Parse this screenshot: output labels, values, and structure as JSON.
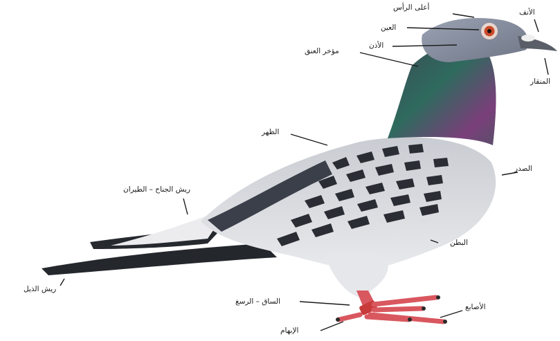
{
  "labels": {
    "head_top": "أعلى الرأس",
    "nose": "الأنف",
    "eye": "العين",
    "ear": "الأذن",
    "nape": "مؤخر العنق",
    "beak": "المنقار",
    "back": "الظهر",
    "breast": "الصدر",
    "flight_feathers": "ريش الجناح – الطيران",
    "belly": "البطن",
    "tail_feathers": "ريش الذيل",
    "shank": "الساق – الرسغ",
    "toes": "الأصابع",
    "hallux": "الإبهام"
  },
  "colors": {
    "head": "#8a93a6",
    "neck": "#2f6a5e",
    "neck_purple": "#7a3f7a",
    "body": "#d7d9dd",
    "bar": "#2a2d33",
    "tail": "#24272c",
    "leg": "#d9575f",
    "band": "#c83b3b",
    "eye": "#c94b2a"
  }
}
